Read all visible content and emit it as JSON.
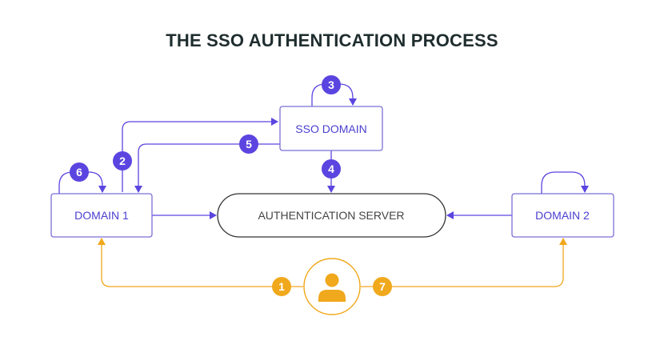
{
  "title": "THE SSO AUTHENTICATION PROCESS",
  "nodes": {
    "sso_domain": "SSO DOMAIN",
    "domain1": "DOMAIN 1",
    "domain2": "DOMAIN 2",
    "auth_server": "AUTHENTICATION SERVER"
  },
  "steps": {
    "s1": "1",
    "s2": "2",
    "s3": "3",
    "s4": "4",
    "s5": "5",
    "s6": "6",
    "s7": "7"
  },
  "colors": {
    "title": "#1f2d2e",
    "purple": "#5b45e0",
    "box_border": "#7b6fd6",
    "box_text": "#4a3fd0",
    "orange": "#f0a81c",
    "auth_text": "#444444",
    "auth_border": "#333333"
  },
  "icons": {
    "user": "user-icon"
  }
}
